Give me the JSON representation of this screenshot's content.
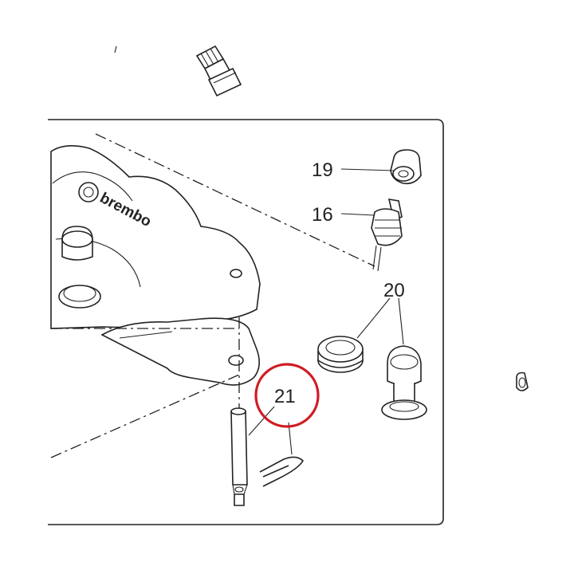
{
  "brand_text": "brembo",
  "callouts": {
    "c19": "19",
    "c16": "16",
    "c20": "20",
    "c21": "21"
  },
  "colors": {
    "line": "#222222",
    "highlight": "#d01c24",
    "background": "#ffffff"
  }
}
